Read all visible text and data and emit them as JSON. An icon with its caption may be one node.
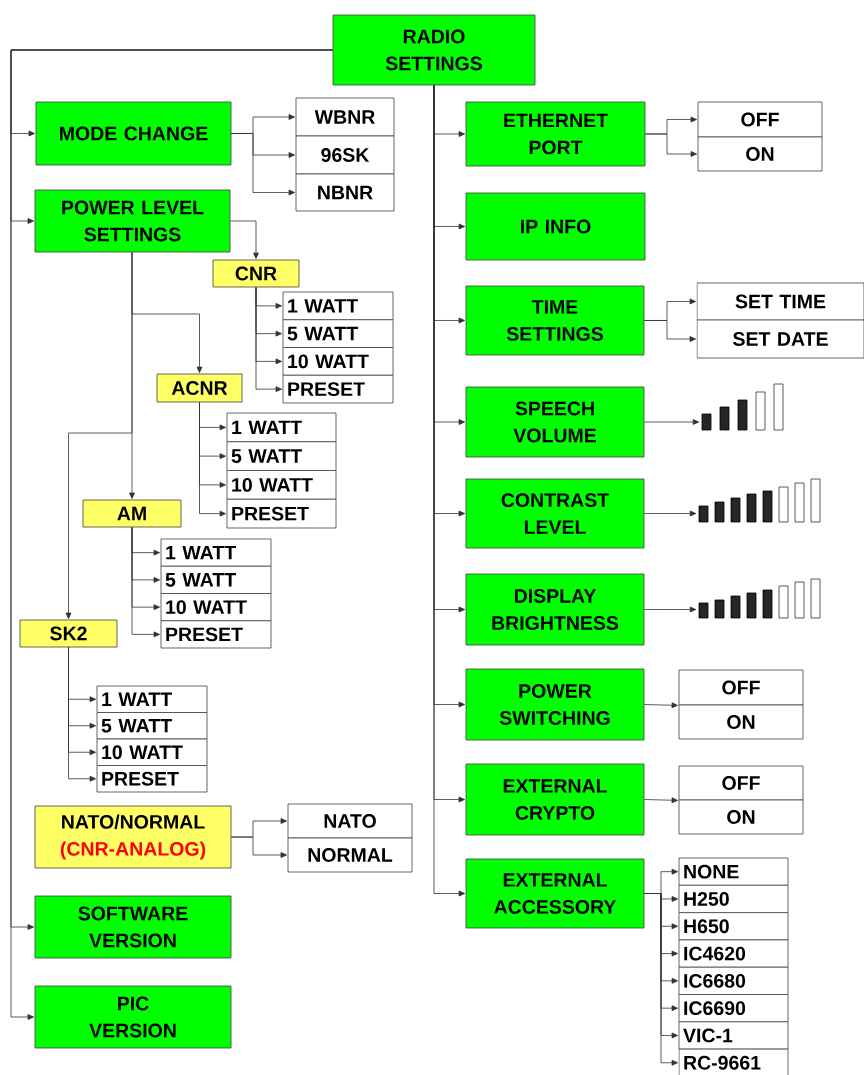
{
  "diagram": {
    "nodes": [
      {
        "text": [
          "RADIO SETTINGS"
        ]
      },
      {
        "text": [
          "MODE CHANGE"
        ]
      },
      {
        "text": [
          "WBNR"
        ]
      },
      {
        "text": [
          "96SK"
        ]
      },
      {
        "text": [
          "NBNR"
        ]
      },
      {
        "text": [
          "POWER LEVEL SETTINGS"
        ]
      },
      {
        "text": [
          "CNR"
        ]
      },
      {
        "text": [
          "1 WATT"
        ]
      },
      {
        "text": [
          "5 WATT"
        ]
      },
      {
        "text": [
          "10 WATT"
        ]
      },
      {
        "text": [
          "PRESET"
        ]
      },
      {
        "text": [
          "ACNR"
        ]
      },
      {
        "text": [
          "1 WATT"
        ]
      },
      {
        "text": [
          "5 WATT"
        ]
      },
      {
        "text": [
          "10 WATT"
        ]
      },
      {
        "text": [
          "PRESET"
        ]
      },
      {
        "text": [
          "AM"
        ]
      },
      {
        "text": [
          "1 WATT"
        ]
      },
      {
        "text": [
          "5 WATT"
        ]
      },
      {
        "text": [
          "10 WATT"
        ]
      },
      {
        "text": [
          "PRESET"
        ]
      },
      {
        "text": [
          "SK2"
        ]
      },
      {
        "text": [
          "1 WATT"
        ]
      },
      {
        "text": [
          "5 WATT"
        ]
      },
      {
        "text": [
          "10 WATT"
        ]
      },
      {
        "text": [
          "PRESET"
        ]
      },
      {
        "text": [
          "NATO/NORMAL",
          "(CNR-ANALOG)"
        ]
      },
      {
        "text": [
          "NATO"
        ]
      },
      {
        "text": [
          "NORMAL"
        ]
      },
      {
        "text": [
          "SOFTWARE VERSION"
        ]
      },
      {
        "text": [
          "PIC VERSION"
        ]
      },
      {
        "text": [
          "ETHERNET PORT"
        ]
      },
      {
        "text": [
          "OFF"
        ]
      },
      {
        "text": [
          "ON"
        ]
      },
      {
        "text": [
          "IP INFO"
        ]
      },
      {
        "text": [
          "TIME SETTINGS"
        ]
      },
      {
        "text": [
          "SET TIME"
        ]
      },
      {
        "text": [
          "SET DATE"
        ]
      },
      {
        "text": [
          "SPEECH VOLUME"
        ]
      },
      {
        "text": [],
        "shape": "picture"
      },
      {
        "text": [
          "CONTRAST LEVEL"
        ]
      },
      {
        "text": [],
        "shape": "picture"
      },
      {
        "text": [
          "DISPLAY BRIGHTNESS"
        ]
      },
      {
        "text": [],
        "shape": "picture"
      },
      {
        "text": [
          "POWER SWITCHING"
        ]
      },
      {
        "text": [
          "OFF"
        ]
      },
      {
        "text": [
          "ON"
        ]
      },
      {
        "text": [
          "EXTERNAL CRYPTO"
        ]
      },
      {
        "text": [
          "OFF"
        ]
      },
      {
        "text": [
          "ON"
        ]
      },
      {
        "text": [
          "EXTERNAL ACCESSORY"
        ]
      },
      {
        "text": [
          "NONE"
        ]
      },
      {
        "text": [
          "H250"
        ]
      },
      {
        "text": [
          "H650"
        ]
      },
      {
        "text": [
          "IC4620"
        ]
      },
      {
        "text": [
          "IC6680"
        ]
      },
      {
        "text": [
          "IC6690"
        ]
      },
      {
        "text": [
          "VIC-1"
        ]
      },
      {
        "text": [
          "RC-9661"
        ]
      }
    ],
    "edges": [
      {
        "from": 0,
        "to": 1,
        "arrow": "to"
      },
      {
        "from": 0,
        "to": 5,
        "arrow": "to"
      },
      {
        "from": 0,
        "to": 29,
        "arrow": "to"
      },
      {
        "from": 0,
        "to": 30,
        "arrow": "to"
      },
      {
        "from": 0,
        "to": 31,
        "arrow": "to"
      },
      {
        "from": 0,
        "to": 34,
        "arrow": "to"
      },
      {
        "from": 0,
        "to": 35,
        "arrow": "to"
      },
      {
        "from": 0,
        "to": 38,
        "arrow": "to"
      },
      {
        "from": 0,
        "to": 40,
        "arrow": "to"
      },
      {
        "from": 0,
        "to": 42,
        "arrow": "to"
      },
      {
        "from": 0,
        "to": 44,
        "arrow": "to"
      },
      {
        "from": 0,
        "to": 47,
        "arrow": "to"
      },
      {
        "from": 0,
        "to": 50,
        "arrow": "to"
      },
      {
        "from": 1,
        "to": 2,
        "arrow": "to"
      },
      {
        "from": 1,
        "to": 3,
        "arrow": "to"
      },
      {
        "from": 1,
        "to": 4,
        "arrow": "to"
      },
      {
        "from": 5,
        "to": 6,
        "arrow": "to"
      },
      {
        "from": 5,
        "to": 11,
        "arrow": "to"
      },
      {
        "from": 5,
        "to": 16,
        "arrow": "to"
      },
      {
        "from": 5,
        "to": 21,
        "arrow": "to"
      },
      {
        "from": 6,
        "to": 7,
        "arrow": "to"
      },
      {
        "from": 6,
        "to": 8,
        "arrow": "to"
      },
      {
        "from": 6,
        "to": 9,
        "arrow": "to"
      },
      {
        "from": 6,
        "to": 10,
        "arrow": "to"
      },
      {
        "from": 11,
        "to": 12,
        "arrow": "to"
      },
      {
        "from": 11,
        "to": 13,
        "arrow": "to"
      },
      {
        "from": 11,
        "to": 14,
        "arrow": "to"
      },
      {
        "from": 11,
        "to": 15,
        "arrow": "to"
      },
      {
        "from": 16,
        "to": 17,
        "arrow": "to"
      },
      {
        "from": 16,
        "to": 18,
        "arrow": "to"
      },
      {
        "from": 16,
        "to": 19,
        "arrow": "to"
      },
      {
        "from": 16,
        "to": 20,
        "arrow": "to"
      },
      {
        "from": 21,
        "to": 22,
        "arrow": "to"
      },
      {
        "from": 21,
        "to": 23,
        "arrow": "to"
      },
      {
        "from": 21,
        "to": 24,
        "arrow": "to"
      },
      {
        "from": 21,
        "to": 25,
        "arrow": "to"
      },
      {
        "from": 26,
        "to": 27,
        "arrow": "to"
      },
      {
        "from": 26,
        "to": 28,
        "arrow": "to"
      },
      {
        "from": 31,
        "to": 32,
        "arrow": "to"
      },
      {
        "from": 31,
        "to": 33,
        "arrow": "to"
      },
      {
        "from": 35,
        "to": 36,
        "arrow": "to"
      },
      {
        "from": 35,
        "to": 37,
        "arrow": "to"
      },
      {
        "from": 38,
        "to": 39,
        "arrow": "to"
      },
      {
        "from": 40,
        "to": 41,
        "arrow": "to"
      },
      {
        "from": 42,
        "to": 43,
        "arrow": "to"
      },
      {
        "from": 44,
        "to": 45,
        "arrow": "to"
      },
      {
        "from": 44,
        "to": 46,
        "arrow": "to"
      },
      {
        "from": 47,
        "to": 48,
        "arrow": "to"
      },
      {
        "from": 47,
        "to": 49,
        "arrow": "to"
      },
      {
        "from": 50,
        "to": 51,
        "arrow": "to"
      },
      {
        "from": 50,
        "to": 52,
        "arrow": "to"
      },
      {
        "from": 50,
        "to": 53,
        "arrow": "to"
      },
      {
        "from": 50,
        "to": 54,
        "arrow": "to"
      },
      {
        "from": 50,
        "to": 55,
        "arrow": "to"
      },
      {
        "from": 50,
        "to": 56,
        "arrow": "to"
      },
      {
        "from": 50,
        "to": 57,
        "arrow": "to"
      },
      {
        "from": 50,
        "to": 58,
        "arrow": "to"
      }
    ]
  }
}
